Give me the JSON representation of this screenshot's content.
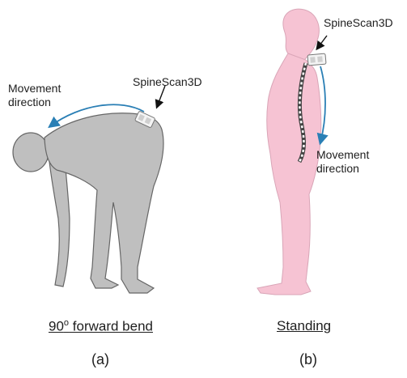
{
  "panels": {
    "a": {
      "device_label": "SpineScan3D",
      "movement_label_line1": "Movement",
      "movement_label_line2": "direction",
      "caption_main": "90",
      "caption_sup": "o",
      "caption_rest": " forward bend",
      "sublabel": "(a)",
      "body_color": "#bfbfbf"
    },
    "b": {
      "device_label": "SpineScan3D",
      "movement_label_line1": "Movement",
      "movement_label_line2": "direction",
      "caption": "Standing",
      "sublabel": "(b)",
      "body_color": "#f6c3d3"
    }
  },
  "colors": {
    "arrow": "#2a7fb5",
    "outline": "#555555",
    "pointer": "#111111"
  },
  "icons": [
    "spinescan-device-icon",
    "spine-vertebrae-icon"
  ]
}
